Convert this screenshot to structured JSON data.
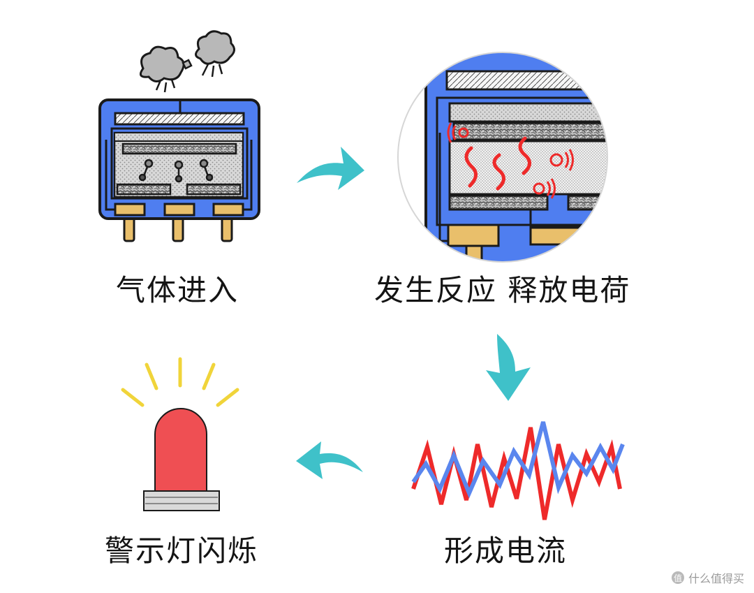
{
  "steps": [
    {
      "id": "gas-in",
      "label": "气体进入"
    },
    {
      "id": "reaction",
      "label": "发生反应 释放电荷"
    },
    {
      "id": "current",
      "label": "形成电流"
    },
    {
      "id": "alarm",
      "label": "警示灯闪烁"
    }
  ],
  "watermark": {
    "logo": "值",
    "text": "什么值得买"
  },
  "colors": {
    "sensor_blue": "#4f7ef0",
    "outline": "#1a1a1a",
    "pin_yellow": "#e9bf6b",
    "arrow_teal": "#3fc1c9",
    "wave_red": "#ee2a2a",
    "wave_blue": "#5a86ee",
    "lamp_red": "#ef4f53",
    "ray_yellow": "#f0d43a"
  },
  "icons": [
    "smoke-cloud-icon",
    "gas-sensor-icon",
    "magnified-sensor-icon",
    "alarm-lamp-icon",
    "arrow-right-icon",
    "arrow-down-icon",
    "arrow-left-icon",
    "current-wave-icon"
  ]
}
